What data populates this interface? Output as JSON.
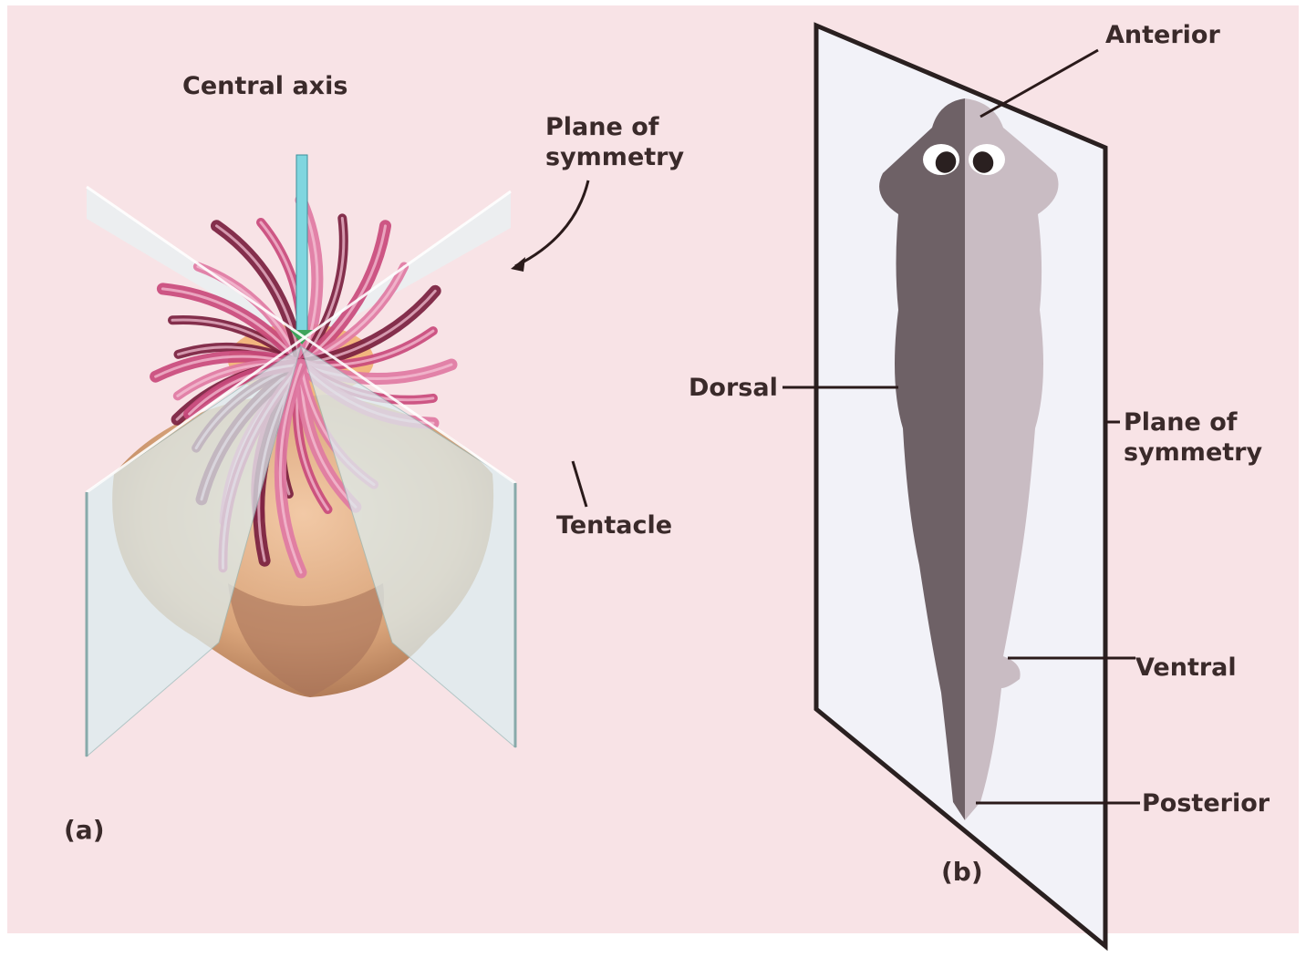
{
  "colors": {
    "background": "#f8e3e6",
    "frame": "#ffffff",
    "tentacle": "#c94a7c",
    "tentacle_dark": "#7a1f3f",
    "body": "#dba982",
    "pane": "#e8f2f3",
    "axis_rod": "#7fd6df",
    "worm_left": "#6e6166",
    "worm_right": "#c9bcc3",
    "plane_fill": "#f2f2f8",
    "plane_edge": "#2a2020",
    "text": "#3a2a2a"
  },
  "panel_a": {
    "tag": "(a)",
    "central_axis": "Central axis",
    "plane_of_symmetry": "Plane of symmetry",
    "tentacle": "Tentacle"
  },
  "panel_b": {
    "tag": "(b)",
    "anterior": "Anterior",
    "dorsal": "Dorsal",
    "plane_of_symmetry": "Plane of symmetry",
    "ventral": "Ventral",
    "posterior": "Posterior"
  }
}
